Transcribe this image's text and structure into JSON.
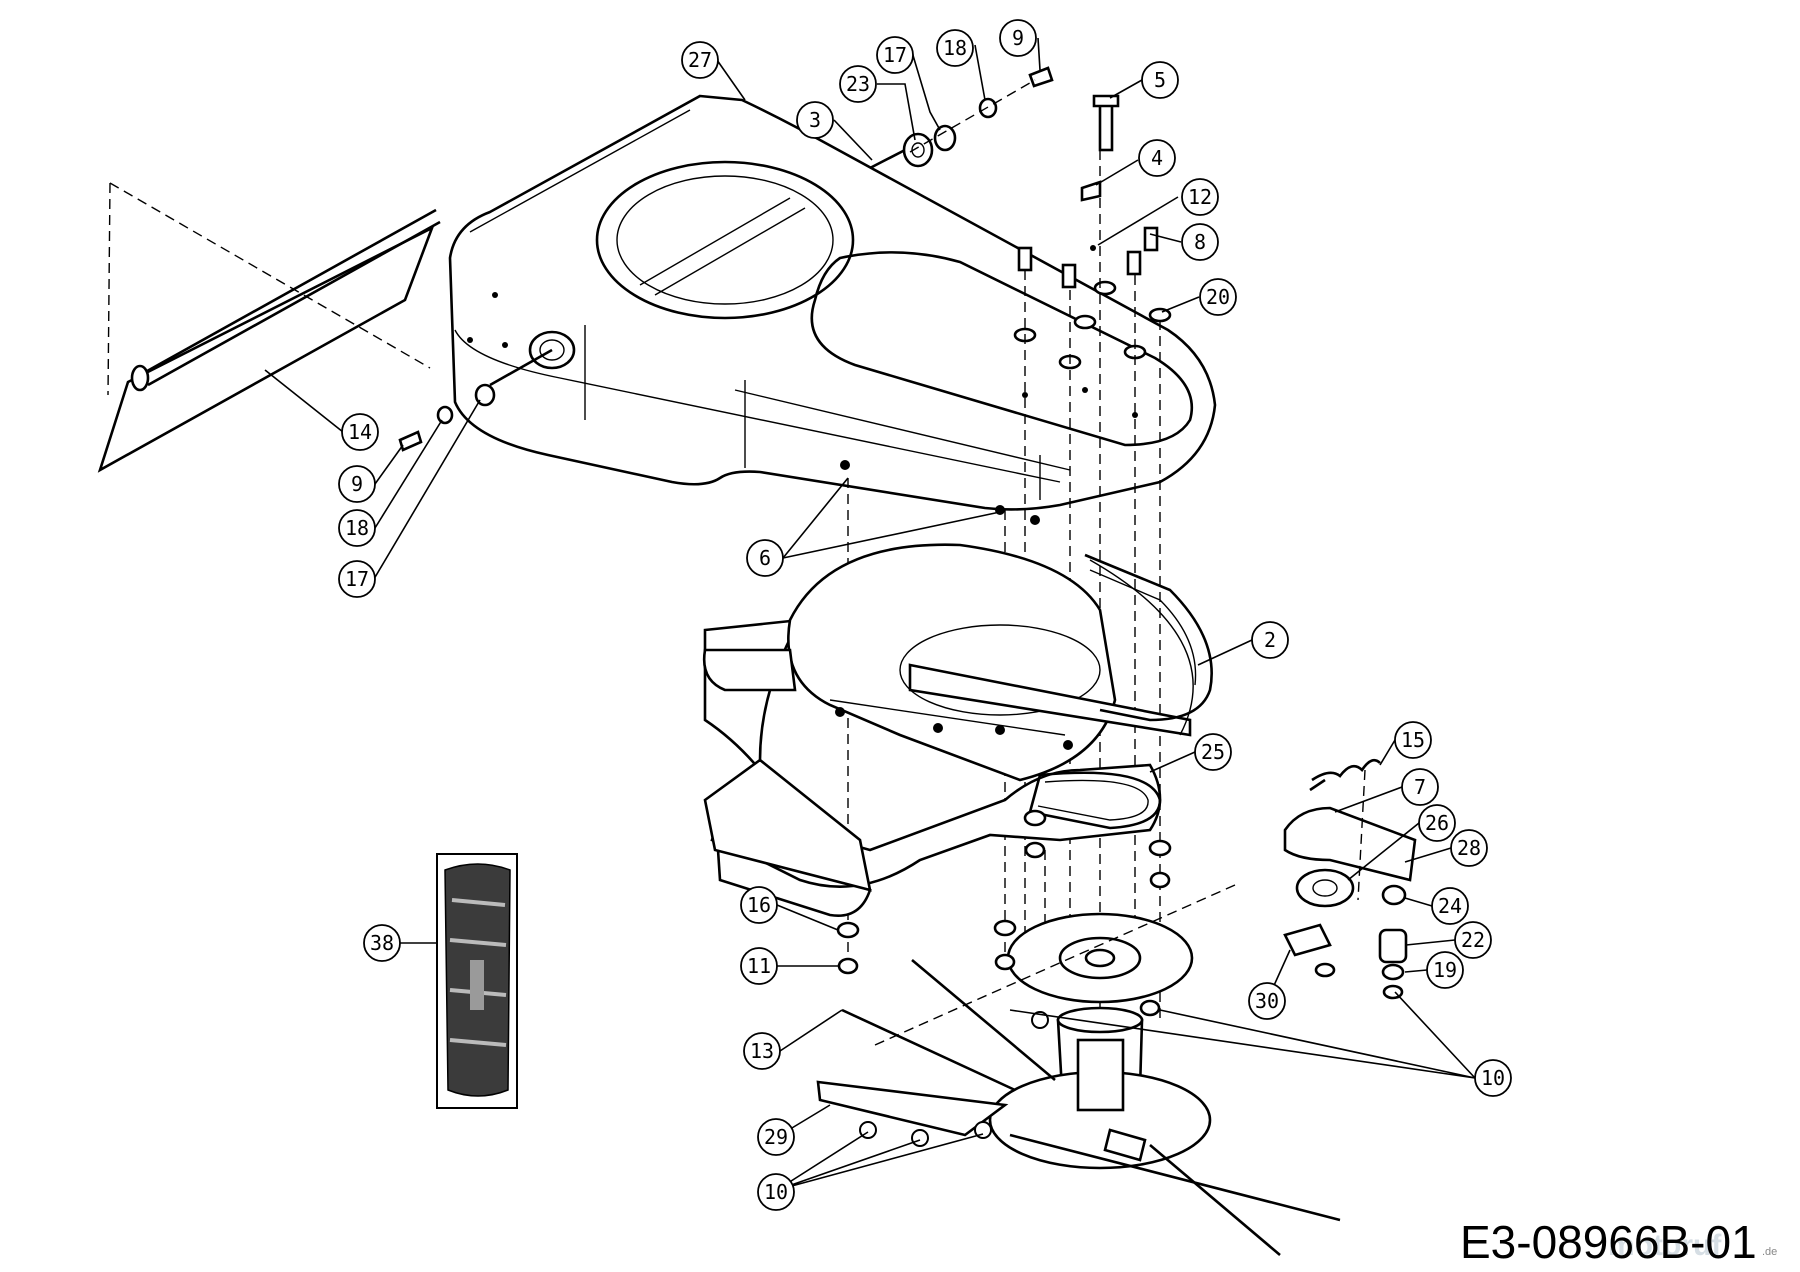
{
  "diagram": {
    "callouts": [
      {
        "id": "c27",
        "label": "27"
      },
      {
        "id": "c17t",
        "label": "17"
      },
      {
        "id": "c18t",
        "label": "18"
      },
      {
        "id": "c9t",
        "label": "9"
      },
      {
        "id": "c23",
        "label": "23"
      },
      {
        "id": "c5",
        "label": "5"
      },
      {
        "id": "c3",
        "label": "3"
      },
      {
        "id": "c4",
        "label": "4"
      },
      {
        "id": "c12",
        "label": "12"
      },
      {
        "id": "c8",
        "label": "8"
      },
      {
        "id": "c20",
        "label": "20"
      },
      {
        "id": "c14",
        "label": "14"
      },
      {
        "id": "c9l",
        "label": "9"
      },
      {
        "id": "c18l",
        "label": "18"
      },
      {
        "id": "c17l",
        "label": "17"
      },
      {
        "id": "c6",
        "label": "6"
      },
      {
        "id": "c2",
        "label": "2"
      },
      {
        "id": "c25",
        "label": "25"
      },
      {
        "id": "c15",
        "label": "15"
      },
      {
        "id": "c7",
        "label": "7"
      },
      {
        "id": "c26",
        "label": "26"
      },
      {
        "id": "c28",
        "label": "28"
      },
      {
        "id": "c24",
        "label": "24"
      },
      {
        "id": "c16",
        "label": "16"
      },
      {
        "id": "c22",
        "label": "22"
      },
      {
        "id": "c38",
        "label": "38"
      },
      {
        "id": "c11",
        "label": "11"
      },
      {
        "id": "c19",
        "label": "19"
      },
      {
        "id": "c30",
        "label": "30"
      },
      {
        "id": "c13",
        "label": "13"
      },
      {
        "id": "c10r",
        "label": "10"
      },
      {
        "id": "c29",
        "label": "29"
      },
      {
        "id": "c10b",
        "label": "10"
      }
    ],
    "drawing_number": "E3-08966B-01",
    "watermark": "motoruf",
    "watermark_suffix": ".de"
  }
}
